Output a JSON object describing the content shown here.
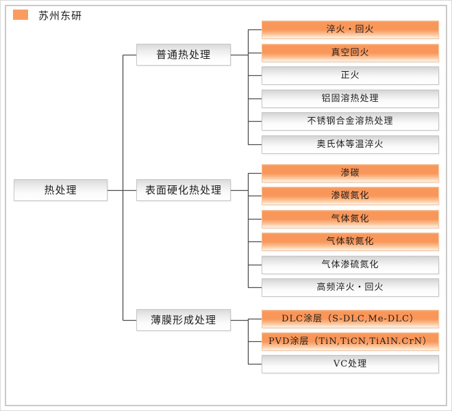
{
  "legend": {
    "company": "苏州东研",
    "swatch_color": "#FA9C5F"
  },
  "colors": {
    "highlight_orange": "#F9965A",
    "line": "#4D4D4D",
    "frame_border": "#C9C9C9"
  },
  "root": {
    "label": "热处理"
  },
  "groups": [
    {
      "label": "普通热处理",
      "children": [
        {
          "label": "淬火・回火",
          "highlighted": true
        },
        {
          "label": "真空回火",
          "highlighted": true
        },
        {
          "label": "正火",
          "highlighted": false
        },
        {
          "label": "铝固溶热处理",
          "highlighted": false
        },
        {
          "label": "不锈钢合金溶热处理",
          "highlighted": false
        },
        {
          "label": "奥氏体等温淬火",
          "highlighted": false
        }
      ]
    },
    {
      "label": "表面硬化热处理",
      "children": [
        {
          "label": "渗碳",
          "highlighted": true
        },
        {
          "label": "渗碳氮化",
          "highlighted": true
        },
        {
          "label": "气体氮化",
          "highlighted": true
        },
        {
          "label": "气体软氮化",
          "highlighted": true
        },
        {
          "label": "气体渗硫氮化",
          "highlighted": false
        },
        {
          "label": "高频淬火・回火",
          "highlighted": false
        }
      ]
    },
    {
      "label": "薄膜形成处理",
      "children": [
        {
          "label": "DLC涂层（S-DLC,Me-DLC）",
          "highlighted": true
        },
        {
          "label": "PVD涂层（TiN,TiCN,TiAlN.CrN）",
          "highlighted": true
        },
        {
          "label": "VC处理",
          "highlighted": false
        }
      ]
    }
  ]
}
